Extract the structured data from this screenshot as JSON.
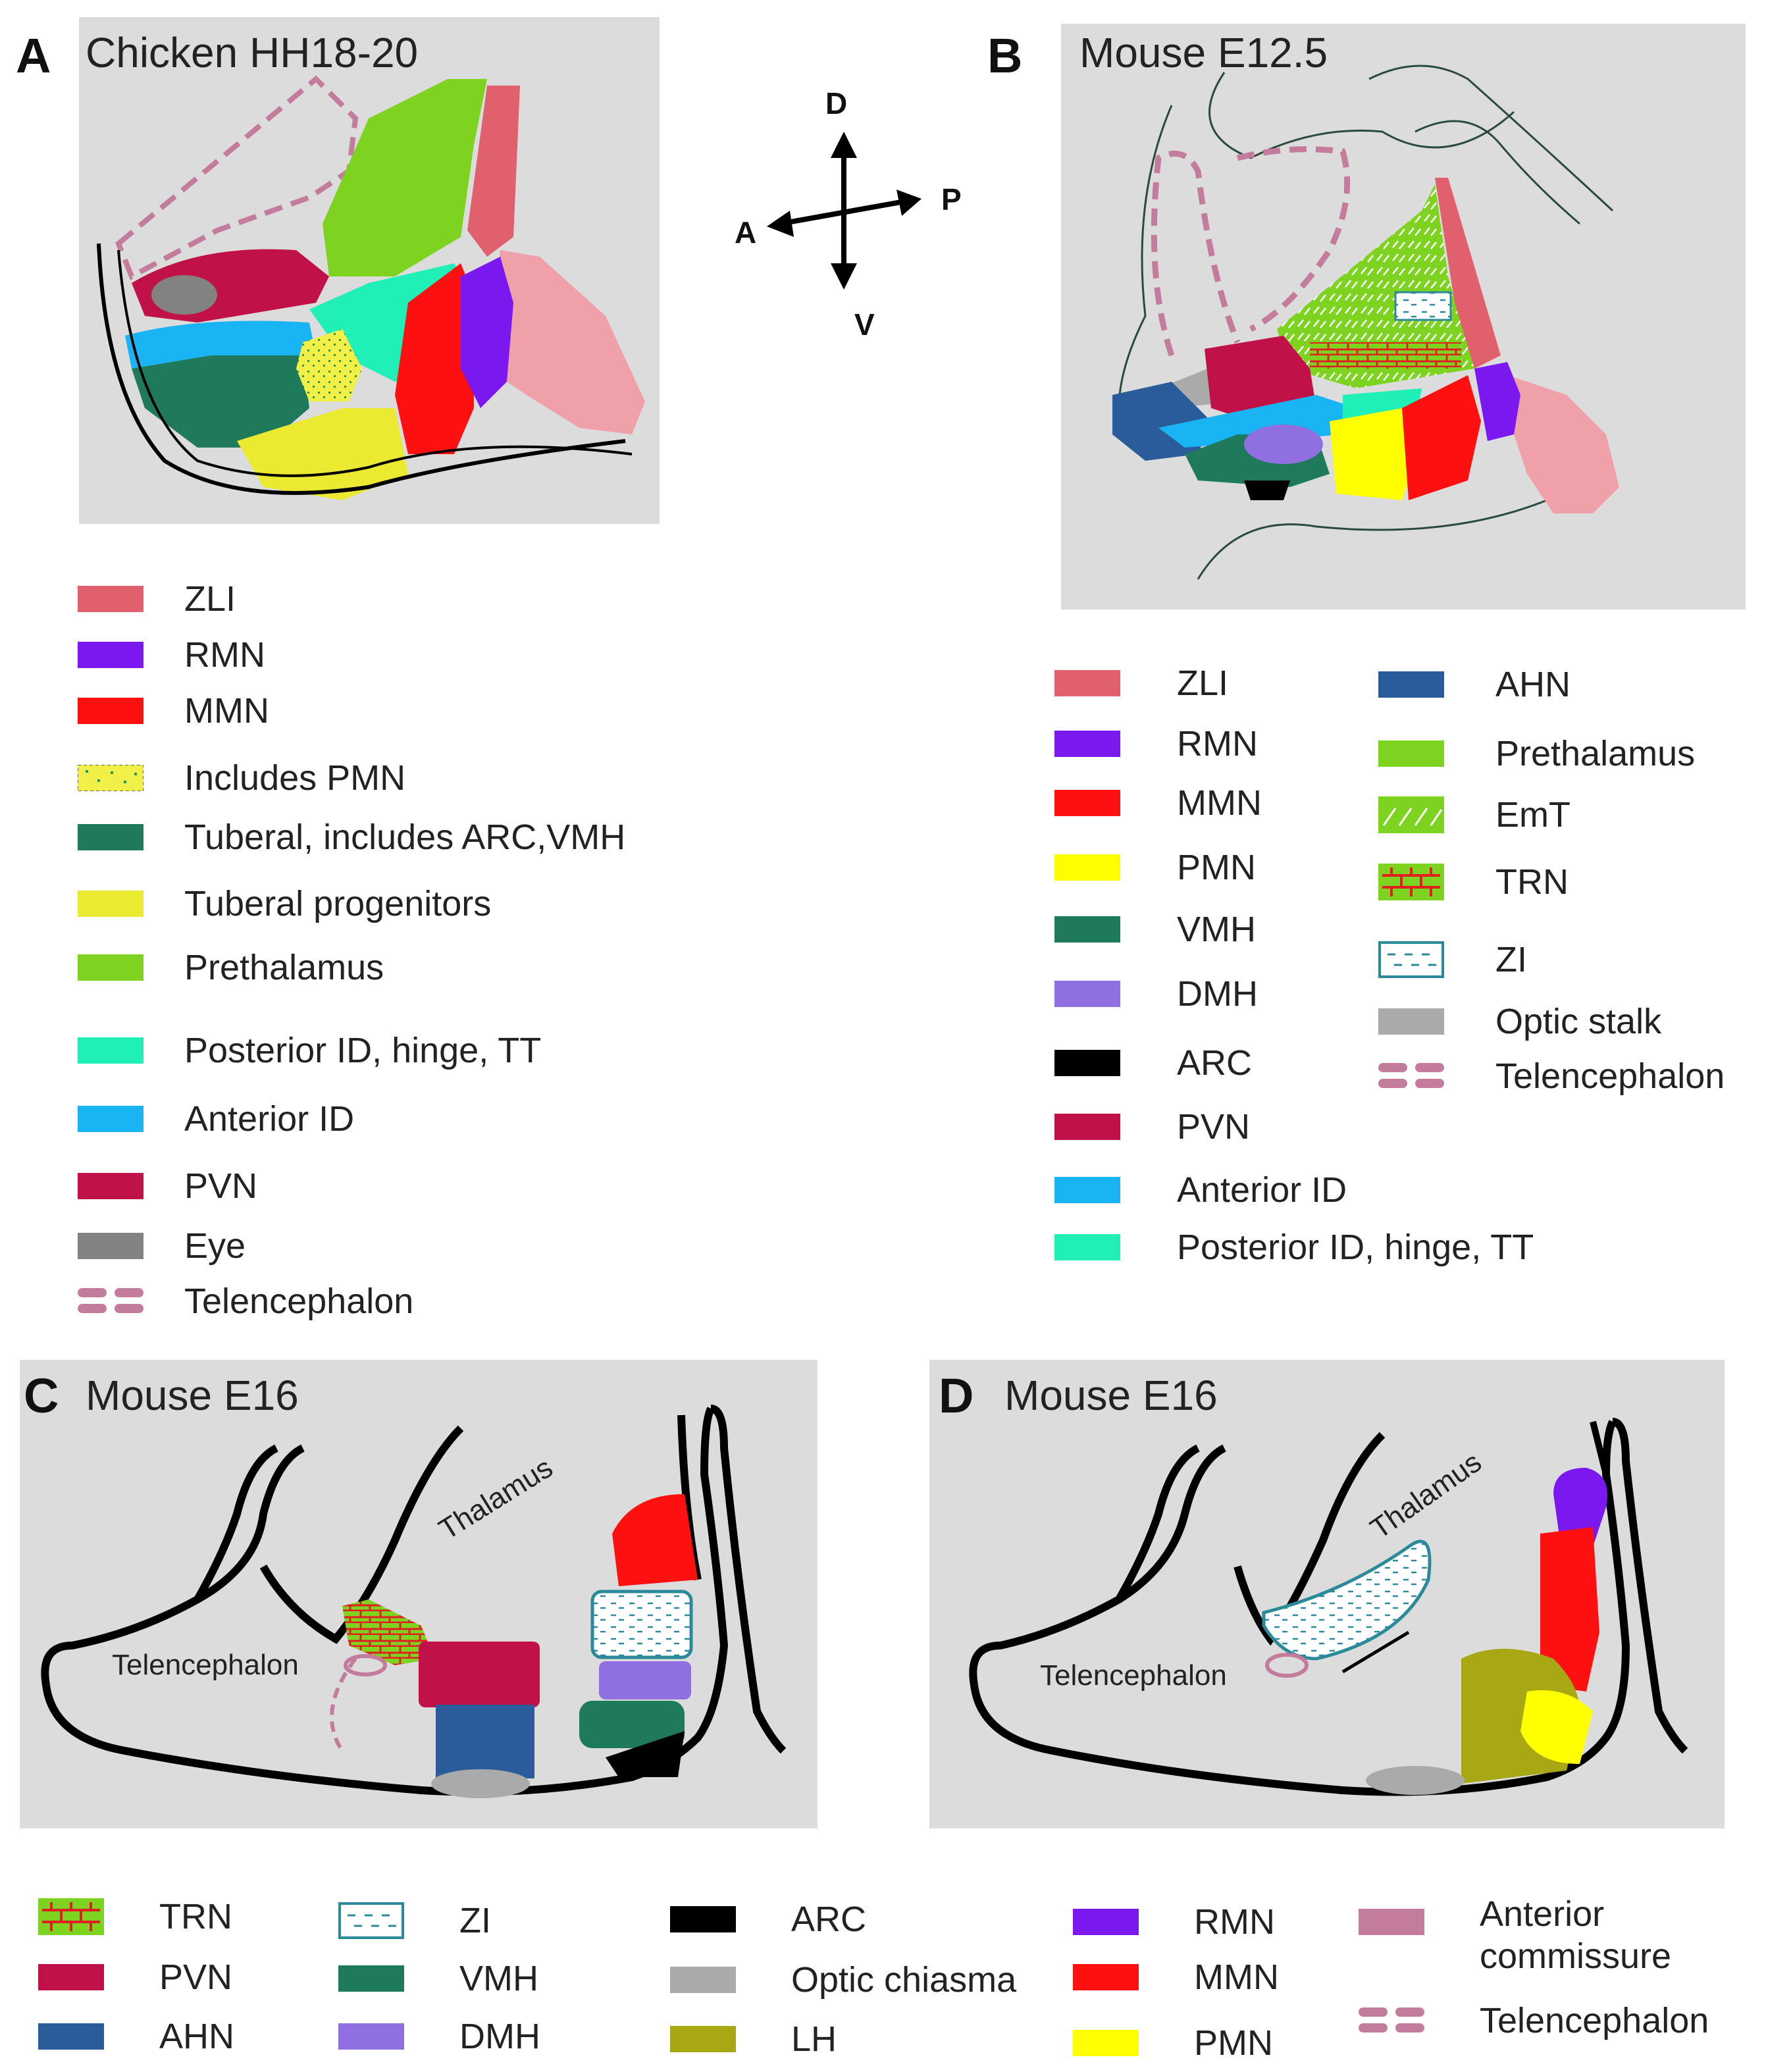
{
  "panels": {
    "A": {
      "letter": "A",
      "title": "Chicken HH18-20"
    },
    "B": {
      "letter": "B",
      "title": "Mouse E12.5"
    },
    "C": {
      "letter": "C",
      "title": "Mouse E16",
      "region_labels": {
        "telencephalon": "Telencephalon",
        "thalamus": "Thalamus"
      }
    },
    "D": {
      "letter": "D",
      "title": "Mouse E16",
      "region_labels": {
        "telencephalon": "Telencephalon",
        "thalamus": "Thalamus"
      }
    }
  },
  "compass": {
    "dorsal": "D",
    "ventral": "V",
    "anterior": "A",
    "posterior": "P"
  },
  "legend_a": [
    {
      "label": "ZLI",
      "color": "#e0606e",
      "pattern": "solid"
    },
    {
      "label": "RMN",
      "color": "#7b18f0",
      "pattern": "solid"
    },
    {
      "label": "MMN",
      "color": "#ff1010",
      "pattern": "solid"
    },
    {
      "label": "Includes PMN",
      "color": "#f0f048",
      "pattern": "dots"
    },
    {
      "label": "Tuberal, includes ARC,VMH",
      "color": "#1e7a5a",
      "pattern": "solid"
    },
    {
      "label": "Tuberal progenitors",
      "color": "#eaea30",
      "pattern": "solid"
    },
    {
      "label": "Prethalamus",
      "color": "#7ed320",
      "pattern": "solid"
    },
    {
      "label": "Posterior ID, hinge, TT",
      "color": "#20f0b8",
      "pattern": "solid"
    },
    {
      "label": "Anterior ID",
      "color": "#18b4f4",
      "pattern": "solid"
    },
    {
      "label": "PVN",
      "color": "#c01248",
      "pattern": "solid"
    },
    {
      "label": "Eye",
      "color": "#828282",
      "pattern": "solid"
    },
    {
      "label": "Telencephalon",
      "color": "#c47c9c",
      "pattern": "dashes"
    }
  ],
  "legend_b_col1": [
    {
      "label": "ZLI",
      "color": "#e0606e",
      "pattern": "solid"
    },
    {
      "label": "RMN",
      "color": "#7b18f0",
      "pattern": "solid"
    },
    {
      "label": "MMN",
      "color": "#ff1010",
      "pattern": "solid"
    },
    {
      "label": "PMN",
      "color": "#ffff00",
      "pattern": "solid"
    },
    {
      "label": "VMH",
      "color": "#1e7a5a",
      "pattern": "solid"
    },
    {
      "label": "DMH",
      "color": "#9070e0",
      "pattern": "solid"
    },
    {
      "label": "ARC",
      "color": "#000000",
      "pattern": "solid"
    },
    {
      "label": "PVN",
      "color": "#c01248",
      "pattern": "solid"
    },
    {
      "label": "Anterior ID",
      "color": "#18b4f4",
      "pattern": "solid"
    },
    {
      "label": "Posterior ID, hinge, TT",
      "color": "#20f0b8",
      "pattern": "solid"
    }
  ],
  "legend_b_col2": [
    {
      "label": "AHN",
      "color": "#2a5c9c",
      "pattern": "solid"
    },
    {
      "label": "Prethalamus",
      "color": "#7ed320",
      "pattern": "solid"
    },
    {
      "label": "EmT",
      "color": "#7ed320",
      "pattern": "hatch"
    },
    {
      "label": "TRN",
      "color": "#7ed320",
      "pattern": "brick"
    },
    {
      "label": "ZI",
      "color": "#2a8a9a",
      "pattern": "zi"
    },
    {
      "label": "Optic stalk",
      "color": "#aaaaaa",
      "pattern": "solid"
    },
    {
      "label": "Telencephalon",
      "color": "#c47c9c",
      "pattern": "dashes"
    }
  ],
  "legend_cd": [
    {
      "label": "TRN",
      "color": "#7ed320",
      "pattern": "brick"
    },
    {
      "label": "PVN",
      "color": "#c01248",
      "pattern": "solid"
    },
    {
      "label": "AHN",
      "color": "#2a5c9c",
      "pattern": "solid"
    },
    {
      "label": "ZI",
      "color": "#2a8a9a",
      "pattern": "zi"
    },
    {
      "label": "VMH",
      "color": "#1e7a5a",
      "pattern": "solid"
    },
    {
      "label": "DMH",
      "color": "#9070e0",
      "pattern": "solid"
    },
    {
      "label": "ARC",
      "color": "#000000",
      "pattern": "solid"
    },
    {
      "label": "Optic chiasma",
      "color": "#aaaaaa",
      "pattern": "solid"
    },
    {
      "label": "LH",
      "color": "#a8a814",
      "pattern": "solid"
    },
    {
      "label": "RMN",
      "color": "#7b18f0",
      "pattern": "solid"
    },
    {
      "label": "MMN",
      "color": "#ff1010",
      "pattern": "solid"
    },
    {
      "label": "PMN",
      "color": "#ffff00",
      "pattern": "solid"
    },
    {
      "label": "Anterior commissure",
      "color": "#c47c9c",
      "pattern": "solid"
    },
    {
      "label": "Telencephalon",
      "color": "#c47c9c",
      "pattern": "dashes"
    }
  ]
}
